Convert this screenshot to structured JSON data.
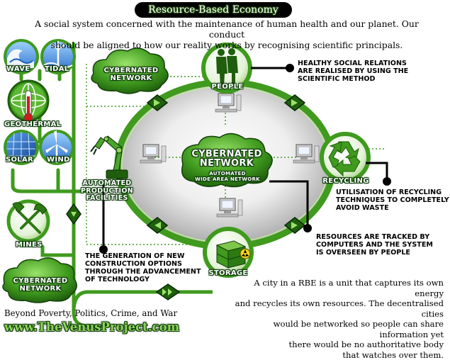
{
  "header": {
    "title": "Resource-Based Economy",
    "intro_line1": "A social system concerned with the maintenance of human health and our planet. Our conduct",
    "intro_line2": "should be aligned to how our reality works by recognising scientific principals."
  },
  "energy": {
    "wave": "WAVE",
    "tidal": "TIDAL",
    "geothermal": "GEOTHERMAL",
    "solar": "SOLAR",
    "wind": "WIND"
  },
  "nodes": {
    "people": "PEOPLE",
    "recycling": "RECYCLING",
    "storage": "STORAGE",
    "automated_line1": "AUTOMATED",
    "automated_line2": "PRODUCTION",
    "automated_line3": "FACILITIES",
    "mines": "MINES"
  },
  "clouds": {
    "top_line1": "CYBERNATED",
    "top_line2": "NETWORK",
    "bottom_line1": "CYBERNATED",
    "bottom_line2": "NETWORK",
    "center_line1": "CYBERNATED",
    "center_line2": "NETWORK",
    "center_sub1": "AUTOMATED",
    "center_sub2": "WIDE AREA NETWORK"
  },
  "notes": {
    "people_line1": "HEALTHY SOCIAL RELATIONS",
    "people_line2": "ARE REALISED BY USING THE",
    "people_line3": "SCIENTIFIC METHOD",
    "recycling_line1": "UTILISATION OF RECYCLING",
    "recycling_line2": "TECHNIQUES TO COMPLETELY",
    "recycling_line3": "AVOID WASTE",
    "resources_line1": "RESOURCES ARE TRACKED BY",
    "resources_line2": "COMPUTERS AND THE SYSTEM",
    "resources_line3": "IS OVERSEEN BY PEOPLE",
    "construction_line1": "THE GENERATION OF NEW",
    "construction_line2": "CONSTRUCTION OPTIONS",
    "construction_line3": "THROUGH THE ADVANCEMENT",
    "construction_line4": "OF TECHNOLOGY"
  },
  "footer": {
    "city_line1": "A city in a RBE is a unit that captures its own energy",
    "city_line2": "and recycles its own resources. The decentralised cities",
    "city_line3": "would be networked so people can share information yet",
    "city_line4": "there would be no authoritative body",
    "city_line5": "that watches over them.",
    "tagline": "Beyond Poverty, Politics, Crime, and War",
    "url": "www.TheVenusProject.com"
  },
  "colors": {
    "green": "#3f9a1e",
    "dark_green": "#1f5e0d",
    "light_green": "#8fd45a",
    "black": "#000000",
    "white": "#ffffff"
  }
}
